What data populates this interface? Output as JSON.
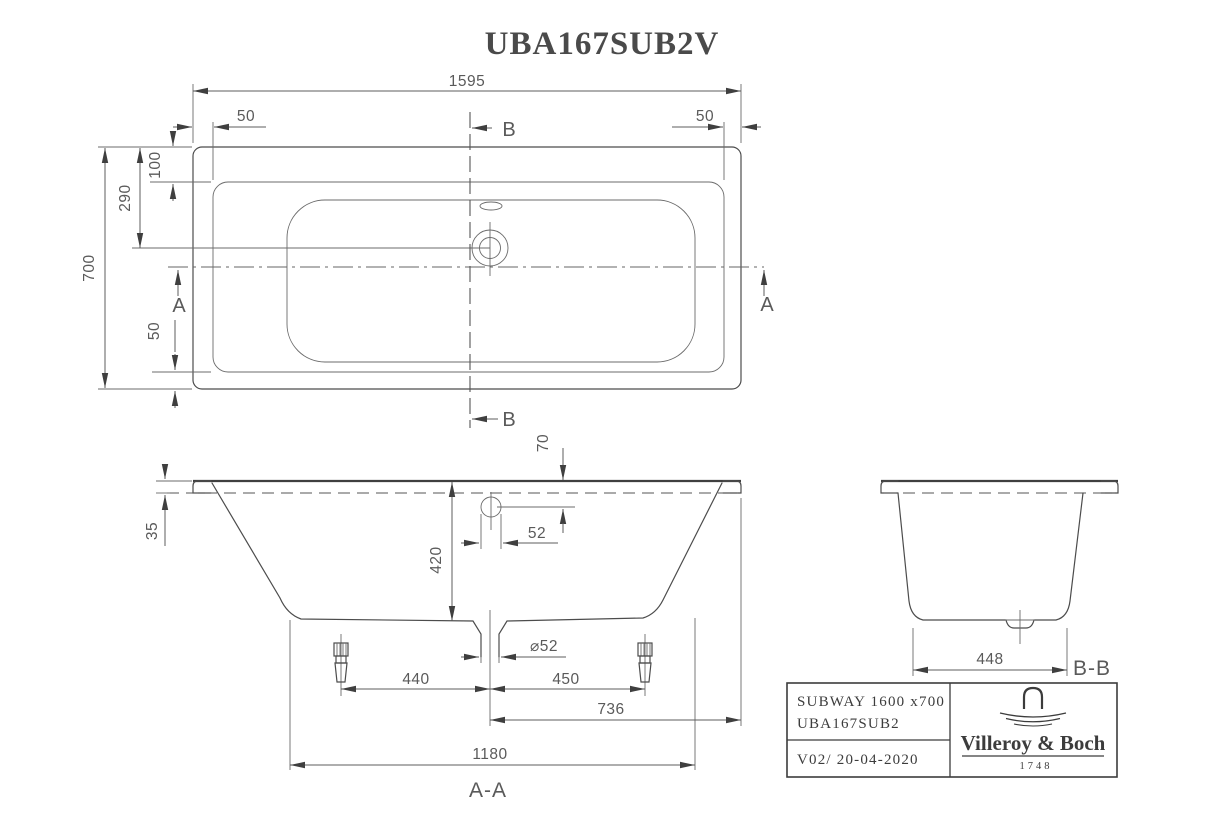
{
  "drawing_title": "UBA167SUB2V",
  "colors": {
    "ink": "#4c4c4c",
    "dim": "#5c5c5c"
  },
  "plan_view": {
    "dim_overall_length": "1595",
    "dim_overall_width": "700",
    "dim_rim_left": "50",
    "dim_rim_right": "50",
    "dim_rim_head": "100",
    "dim_drain_offset": "290",
    "dim_rim_foot": "50",
    "section_a": "A",
    "section_b": "B"
  },
  "section_aa": {
    "label": "A-A",
    "dim_rim_thickness": "35",
    "dim_overflow_depth": "70",
    "dim_overflow_dia": "52",
    "dim_inner_depth": "420",
    "dim_drain_dia": "⌀52",
    "dim_foot_left": "440",
    "dim_foot_right": "450",
    "dim_drain_to_end": "736",
    "dim_support_span": "1180"
  },
  "section_bb": {
    "label": "B-B",
    "dim_bottom_width": "448"
  },
  "title_block": {
    "product": "SUBWAY 1600 x700",
    "article": "UBA167SUB2",
    "version": "V02/ 20-04-2020",
    "brand": "Villeroy & Boch",
    "established": "1748"
  }
}
